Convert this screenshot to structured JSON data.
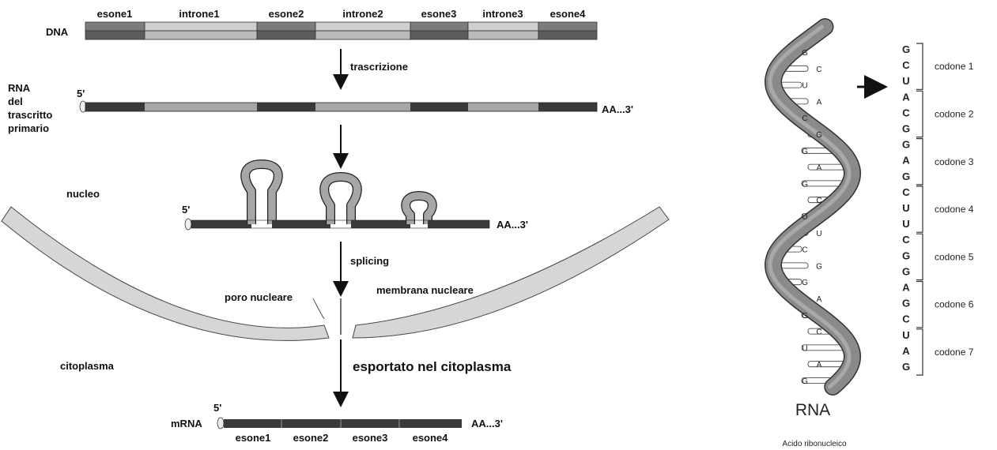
{
  "splicing_diagram": {
    "dna_label": "DNA",
    "dna_segments": [
      {
        "label": "esone1",
        "type": "exon"
      },
      {
        "label": "introne1",
        "type": "intron"
      },
      {
        "label": "esone2",
        "type": "exon"
      },
      {
        "label": "introne2",
        "type": "intron"
      },
      {
        "label": "esone3",
        "type": "exon"
      },
      {
        "label": "introne3",
        "type": "intron"
      },
      {
        "label": "esone4",
        "type": "exon"
      }
    ],
    "step_transcription": "trascrizione",
    "primary_rna_label": [
      "RNA",
      "del",
      "trascritto",
      "primario"
    ],
    "five_prime": "5'",
    "three_prime_tail": "AA...3'",
    "nucleus_label": "nucleo",
    "step_splicing": "splicing",
    "nuclear_pore_label": "poro nucleare",
    "nuclear_membrane_label": "membrana nucleare",
    "cytoplasm_label": "citoplasma",
    "step_export": "esportato nel citoplasma",
    "mrna_label": "mRNA",
    "mrna_exons": [
      "esone1",
      "esone2",
      "esone3",
      "esone4"
    ]
  },
  "rna_helix": {
    "title": "RNA",
    "subtitle": "Acido ribonucleico",
    "helix_bases": [
      "G",
      "C",
      "U",
      "A",
      "C",
      "G",
      "G",
      "A",
      "G",
      "C",
      "U",
      "U",
      "C",
      "G",
      "G",
      "A",
      "G",
      "C",
      "U",
      "A",
      "G"
    ],
    "codon_bases": [
      "G",
      "C",
      "U",
      "A",
      "C",
      "G",
      "G",
      "A",
      "G",
      "C",
      "U",
      "U",
      "C",
      "G",
      "G",
      "A",
      "G",
      "C",
      "U",
      "A",
      "G"
    ],
    "codons": [
      "codone 1",
      "codone 2",
      "codone 3",
      "codone 4",
      "codone 5",
      "codone 6",
      "codone 7"
    ]
  },
  "colors": {
    "exon": "#6e6e6e",
    "intron": "#c4c4c4",
    "rna_exon": "#3a3a3a",
    "rna_intron": "#9a9a9a",
    "membrane": "#d6d6d6",
    "helix": "#7a7a7a"
  }
}
